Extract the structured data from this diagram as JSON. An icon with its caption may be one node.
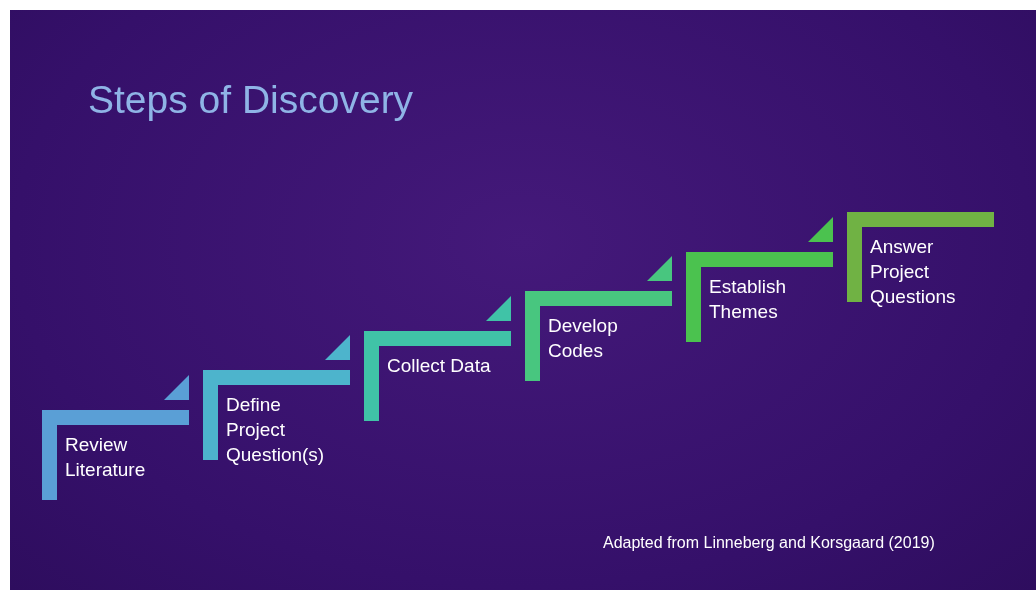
{
  "diagram": {
    "title": "Steps of Discovery",
    "caption": "Adapted from Linneberg and Korsgaard (2019)",
    "nodes": [
      {
        "text": [
          "Review Literature"
        ]
      },
      {
        "text": [
          "Define Project Question(s)"
        ]
      },
      {
        "text": [
          "Collect Data"
        ]
      },
      {
        "text": [
          "Develop Codes"
        ]
      },
      {
        "text": [
          "Establish Themes"
        ]
      },
      {
        "text": [
          "Answer Project Questions"
        ]
      }
    ]
  }
}
